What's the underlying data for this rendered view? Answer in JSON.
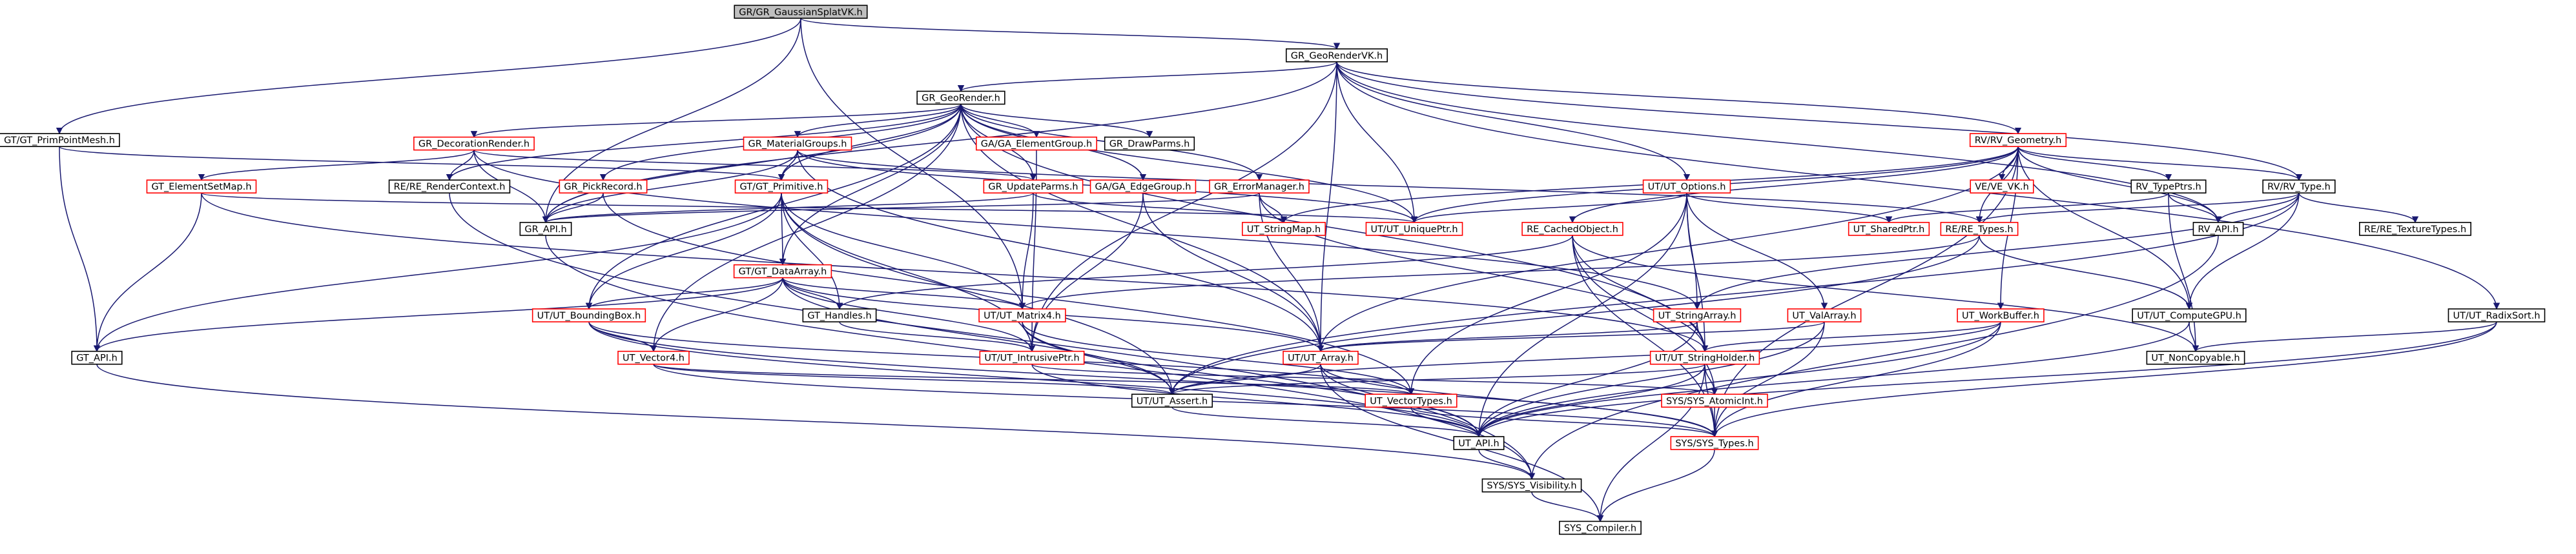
{
  "colors": {
    "edge": "#191970",
    "border_black": "#000000",
    "border_red": "#ff0000",
    "root_fill": "#bfbfbf"
  },
  "nodes": [
    {
      "id": "root",
      "label": "GR/GR_GaussianSplatVK.h",
      "border": "black",
      "root": true
    },
    {
      "id": "geo_render_vk",
      "label": "GR_GeoRenderVK.h",
      "border": "black"
    },
    {
      "id": "prim_point_mesh",
      "label": "GT/GT_PrimPointMesh.h",
      "border": "black"
    },
    {
      "id": "geo_render",
      "label": "GR_GeoRender.h",
      "border": "black"
    },
    {
      "id": "rv_geometry",
      "label": "RV/RV_Geometry.h",
      "border": "red"
    },
    {
      "id": "radix_sort",
      "label": "UT/UT_RadixSort.h",
      "border": "black"
    },
    {
      "id": "decoration_render",
      "label": "GR_DecorationRender.h",
      "border": "red"
    },
    {
      "id": "material_groups",
      "label": "GR_MaterialGroups.h",
      "border": "red"
    },
    {
      "id": "element_group",
      "label": "GA/GA_ElementGroup.h",
      "border": "red"
    },
    {
      "id": "draw_parms",
      "label": "GR_DrawParms.h",
      "border": "black"
    },
    {
      "id": "element_set_map",
      "label": "GT_ElementSetMap.h",
      "border": "red"
    },
    {
      "id": "render_context",
      "label": "RE/RE_RenderContext.h",
      "border": "black"
    },
    {
      "id": "pick_record",
      "label": "GR_PickRecord.h",
      "border": "red"
    },
    {
      "id": "gt_primitive",
      "label": "GT/GT_Primitive.h",
      "border": "red"
    },
    {
      "id": "update_parms",
      "label": "GR_UpdateParms.h",
      "border": "red"
    },
    {
      "id": "edge_group",
      "label": "GA/GA_EdgeGroup.h",
      "border": "red"
    },
    {
      "id": "error_manager",
      "label": "GR_ErrorManager.h",
      "border": "red"
    },
    {
      "id": "ut_options",
      "label": "UT/UT_Options.h",
      "border": "red"
    },
    {
      "id": "ve_vk",
      "label": "VE/VE_VK.h",
      "border": "red"
    },
    {
      "id": "rv_typeptrs",
      "label": "RV_TypePtrs.h",
      "border": "black"
    },
    {
      "id": "rv_type",
      "label": "RV/RV_Type.h",
      "border": "black"
    },
    {
      "id": "gr_api",
      "label": "GR_API.h",
      "border": "black"
    },
    {
      "id": "ut_stringmap",
      "label": "UT_StringMap.h",
      "border": "red"
    },
    {
      "id": "ut_uniqueptr",
      "label": "UT/UT_UniquePtr.h",
      "border": "red"
    },
    {
      "id": "re_cachedobject",
      "label": "RE_CachedObject.h",
      "border": "red"
    },
    {
      "id": "ut_sharedptr",
      "label": "UT_SharedPtr.h",
      "border": "red"
    },
    {
      "id": "re_types",
      "label": "RE/RE_Types.h",
      "border": "red"
    },
    {
      "id": "rv_api",
      "label": "RV_API.h",
      "border": "black"
    },
    {
      "id": "re_texturetypes",
      "label": "RE/RE_TextureTypes.h",
      "border": "black"
    },
    {
      "id": "gt_dataarray",
      "label": "GT/GT_DataArray.h",
      "border": "red"
    },
    {
      "id": "ut_boundingbox",
      "label": "UT/UT_BoundingBox.h",
      "border": "red"
    },
    {
      "id": "gt_handles",
      "label": "GT_Handles.h",
      "border": "black"
    },
    {
      "id": "ut_matrix4",
      "label": "UT/UT_Matrix4.h",
      "border": "red"
    },
    {
      "id": "ut_stringarray",
      "label": "UT_StringArray.h",
      "border": "red"
    },
    {
      "id": "ut_valarray",
      "label": "UT_ValArray.h",
      "border": "red"
    },
    {
      "id": "ut_workbuffer",
      "label": "UT_WorkBuffer.h",
      "border": "red"
    },
    {
      "id": "ut_computegpu",
      "label": "UT/UT_ComputeGPU.h",
      "border": "black"
    },
    {
      "id": "ut_radixsort_radix",
      "label": "UT/UT_RadixSort.h",
      "border": "black",
      "hidden": true
    },
    {
      "id": "gt_api",
      "label": "GT_API.h",
      "border": "black"
    },
    {
      "id": "ut_vector4",
      "label": "UT_Vector4.h",
      "border": "red"
    },
    {
      "id": "ut_intrusiveptr",
      "label": "UT/UT_IntrusivePtr.h",
      "border": "red"
    },
    {
      "id": "ut_array",
      "label": "UT/UT_Array.h",
      "border": "red"
    },
    {
      "id": "ut_stringholder",
      "label": "UT/UT_StringHolder.h",
      "border": "red"
    },
    {
      "id": "ut_noncopyable",
      "label": "UT_NonCopyable.h",
      "border": "black"
    },
    {
      "id": "ut_assert",
      "label": "UT/UT_Assert.h",
      "border": "black"
    },
    {
      "id": "ut_vectortypes",
      "label": "UT_VectorTypes.h",
      "border": "red"
    },
    {
      "id": "sys_atomicint",
      "label": "SYS/SYS_AtomicInt.h",
      "border": "red"
    },
    {
      "id": "ut_api",
      "label": "UT_API.h",
      "border": "black"
    },
    {
      "id": "sys_types",
      "label": "SYS/SYS_Types.h",
      "border": "red"
    },
    {
      "id": "sys_visibility",
      "label": "SYS/SYS_Visibility.h",
      "border": "black"
    },
    {
      "id": "sys_compiler",
      "label": "SYS_Compiler.h",
      "border": "black"
    }
  ],
  "edges": [
    [
      "root",
      "geo_render_vk"
    ],
    [
      "root",
      "prim_point_mesh"
    ],
    [
      "root",
      "gr_api"
    ],
    [
      "root",
      "ut_matrix4"
    ],
    [
      "geo_render_vk",
      "geo_render"
    ],
    [
      "geo_render_vk",
      "rv_geometry"
    ],
    [
      "geo_render_vk",
      "radix_sort"
    ],
    [
      "geo_render_vk",
      "ut_options"
    ],
    [
      "geo_render_vk",
      "ut_uniqueptr"
    ],
    [
      "geo_render_vk",
      "rv_type"
    ],
    [
      "geo_render_vk",
      "rv_api"
    ],
    [
      "geo_render_vk",
      "gr_api"
    ],
    [
      "geo_render_vk",
      "ut_array"
    ],
    [
      "geo_render_vk",
      "ut_intrusiveptr"
    ],
    [
      "prim_point_mesh",
      "gt_primitive"
    ],
    [
      "prim_point_mesh",
      "gt_api"
    ],
    [
      "geo_render",
      "decoration_render"
    ],
    [
      "geo_render",
      "material_groups"
    ],
    [
      "geo_render",
      "element_group"
    ],
    [
      "geo_render",
      "draw_parms"
    ],
    [
      "geo_render",
      "render_context"
    ],
    [
      "geo_render",
      "pick_record"
    ],
    [
      "geo_render",
      "gt_primitive"
    ],
    [
      "geo_render",
      "update_parms"
    ],
    [
      "geo_render",
      "edge_group"
    ],
    [
      "geo_render",
      "error_manager"
    ],
    [
      "geo_render",
      "gr_api"
    ],
    [
      "geo_render",
      "ut_uniqueptr"
    ],
    [
      "geo_render",
      "gt_dataarray"
    ],
    [
      "geo_render",
      "ut_vector4"
    ],
    [
      "geo_render",
      "ut_array"
    ],
    [
      "geo_render",
      "ut_stringholder"
    ],
    [
      "geo_render",
      "ut_boundingbox"
    ],
    [
      "decoration_render",
      "element_set_map"
    ],
    [
      "decoration_render",
      "render_context"
    ],
    [
      "decoration_render",
      "gr_api"
    ],
    [
      "decoration_render",
      "update_parms"
    ],
    [
      "decoration_render",
      "ut_stringarray"
    ],
    [
      "material_groups",
      "gt_primitive"
    ],
    [
      "material_groups",
      "gr_api"
    ],
    [
      "material_groups",
      "ut_uniqueptr"
    ],
    [
      "material_groups",
      "ut_array"
    ],
    [
      "material_groups",
      "re_types"
    ],
    [
      "element_group",
      "ut_intrusiveptr"
    ],
    [
      "element_set_map",
      "gt_api"
    ],
    [
      "element_set_map",
      "ut_stringholder"
    ],
    [
      "element_set_map",
      "ut_uniqueptr"
    ],
    [
      "render_context",
      "sys_visibility"
    ],
    [
      "pick_record",
      "gr_api"
    ],
    [
      "pick_record",
      "ut_vectortypes"
    ],
    [
      "gt_primitive",
      "gt_dataarray"
    ],
    [
      "gt_primitive",
      "gt_handles"
    ],
    [
      "gt_primitive",
      "ut_boundingbox"
    ],
    [
      "gt_primitive",
      "ut_matrix4"
    ],
    [
      "gt_primitive",
      "ut_intrusiveptr"
    ],
    [
      "gt_primitive",
      "gt_api"
    ],
    [
      "gt_primitive",
      "ut_assert"
    ],
    [
      "update_parms",
      "gr_api"
    ],
    [
      "update_parms",
      "ut_matrix4"
    ],
    [
      "update_parms",
      "ut_stringmap"
    ],
    [
      "edge_group",
      "ut_array"
    ],
    [
      "edge_group",
      "ut_intrusiveptr"
    ],
    [
      "error_manager",
      "ut_stringmap"
    ],
    [
      "error_manager",
      "ut_stringholder"
    ],
    [
      "error_manager",
      "gr_api"
    ],
    [
      "error_manager",
      "ut_array"
    ],
    [
      "ut_options",
      "ut_stringarray"
    ],
    [
      "ut_options",
      "ut_sharedptr"
    ],
    [
      "ut_options",
      "ut_uniqueptr"
    ],
    [
      "ut_options",
      "ut_valarray"
    ],
    [
      "ut_options",
      "ut_stringholder"
    ],
    [
      "ut_options",
      "ut_vectortypes"
    ],
    [
      "ut_options",
      "ut_api"
    ],
    [
      "rv_geometry",
      "ve_vk"
    ],
    [
      "rv_geometry",
      "rv_typeptrs"
    ],
    [
      "rv_geometry",
      "rv_type"
    ],
    [
      "rv_geometry",
      "rv_api"
    ],
    [
      "rv_geometry",
      "re_types"
    ],
    [
      "rv_geometry",
      "re_cachedobject"
    ],
    [
      "rv_geometry",
      "ut_computegpu"
    ],
    [
      "rv_geometry",
      "ut_workbuffer"
    ],
    [
      "rv_geometry",
      "ut_uniqueptr"
    ],
    [
      "rv_geometry",
      "ut_array"
    ],
    [
      "rv_geometry",
      "sys_types"
    ],
    [
      "rv_geometry",
      "ut_stringmap"
    ],
    [
      "rv_typeptrs",
      "rv_api"
    ],
    [
      "rv_typeptrs",
      "ut_sharedptr"
    ],
    [
      "rv_typeptrs",
      "ut_noncopyable"
    ],
    [
      "rv_type",
      "rv_api"
    ],
    [
      "rv_type",
      "re_texturetypes"
    ],
    [
      "rv_type",
      "re_types"
    ],
    [
      "rv_type",
      "ut_stringarray"
    ],
    [
      "rv_type",
      "ut_computegpu"
    ],
    [
      "rv_type",
      "ut_assert"
    ],
    [
      "gr_api",
      "sys_visibility"
    ],
    [
      "re_cachedobject",
      "ut_stringholder"
    ],
    [
      "re_cachedobject",
      "sys_atomicint"
    ],
    [
      "re_cachedobject",
      "sys_types"
    ],
    [
      "re_cachedobject",
      "ut_noncopyable"
    ],
    [
      "re_cachedobject",
      "gt_handles"
    ],
    [
      "re_types",
      "ut_matrix4"
    ],
    [
      "re_types",
      "ut_computegpu"
    ],
    [
      "re_types",
      "ut_assert"
    ],
    [
      "rv_api",
      "sys_visibility"
    ],
    [
      "gt_dataarray",
      "gt_handles"
    ],
    [
      "gt_dataarray",
      "ut_boundingbox"
    ],
    [
      "gt_dataarray",
      "ut_matrix4"
    ],
    [
      "gt_dataarray",
      "gt_api"
    ],
    [
      "gt_dataarray",
      "ut_vector4"
    ],
    [
      "gt_dataarray",
      "ut_intrusiveptr"
    ],
    [
      "gt_dataarray",
      "ut_array"
    ],
    [
      "gt_dataarray",
      "ut_assert"
    ],
    [
      "ut_boundingbox",
      "ut_vector4"
    ],
    [
      "ut_boundingbox",
      "ut_api"
    ],
    [
      "ut_boundingbox",
      "sys_types"
    ],
    [
      "ut_boundingbox",
      "ut_vectortypes"
    ],
    [
      "gt_handles",
      "ut_intrusiveptr"
    ],
    [
      "ut_matrix4",
      "ut_assert"
    ],
    [
      "ut_matrix4",
      "ut_vectortypes"
    ],
    [
      "ut_matrix4",
      "ut_api"
    ],
    [
      "ut_stringarray",
      "ut_array"
    ],
    [
      "ut_stringarray",
      "ut_stringholder"
    ],
    [
      "ut_stringarray",
      "ut_api"
    ],
    [
      "ut_valarray",
      "ut_array"
    ],
    [
      "ut_valarray",
      "ut_api"
    ],
    [
      "ut_valarray",
      "sys_types"
    ],
    [
      "ut_workbuffer",
      "ut_stringholder"
    ],
    [
      "ut_workbuffer",
      "ut_assert"
    ],
    [
      "ut_workbuffer",
      "ut_api"
    ],
    [
      "ut_workbuffer",
      "sys_types"
    ],
    [
      "ut_computegpu",
      "ut_noncopyable"
    ],
    [
      "ut_computegpu",
      "ut_api"
    ],
    [
      "radix_sort",
      "ut_noncopyable"
    ],
    [
      "radix_sort",
      "ut_api"
    ],
    [
      "radix_sort",
      "sys_types"
    ],
    [
      "gt_api",
      "sys_visibility"
    ],
    [
      "ut_vector4",
      "ut_assert"
    ],
    [
      "ut_vector4",
      "ut_vectortypes"
    ],
    [
      "ut_vector4",
      "sys_types"
    ],
    [
      "ut_intrusiveptr",
      "sys_atomicint"
    ],
    [
      "ut_intrusiveptr",
      "ut_api"
    ],
    [
      "ut_array",
      "ut_assert"
    ],
    [
      "ut_array",
      "ut_api"
    ],
    [
      "ut_array",
      "sys_types"
    ],
    [
      "ut_array",
      "sys_compiler"
    ],
    [
      "ut_stringholder",
      "ut_assert"
    ],
    [
      "ut_stringholder",
      "ut_api"
    ],
    [
      "ut_stringholder",
      "sys_atomicint"
    ],
    [
      "ut_stringholder",
      "sys_types"
    ],
    [
      "ut_stringholder",
      "sys_compiler"
    ],
    [
      "ut_assert",
      "ut_api"
    ],
    [
      "ut_vectortypes",
      "sys_types"
    ],
    [
      "ut_vectortypes",
      "ut_api"
    ],
    [
      "sys_atomicint",
      "sys_types"
    ],
    [
      "ut_api",
      "sys_visibility"
    ],
    [
      "sys_types",
      "sys_compiler"
    ],
    [
      "sys_visibility",
      "sys_compiler"
    ]
  ]
}
